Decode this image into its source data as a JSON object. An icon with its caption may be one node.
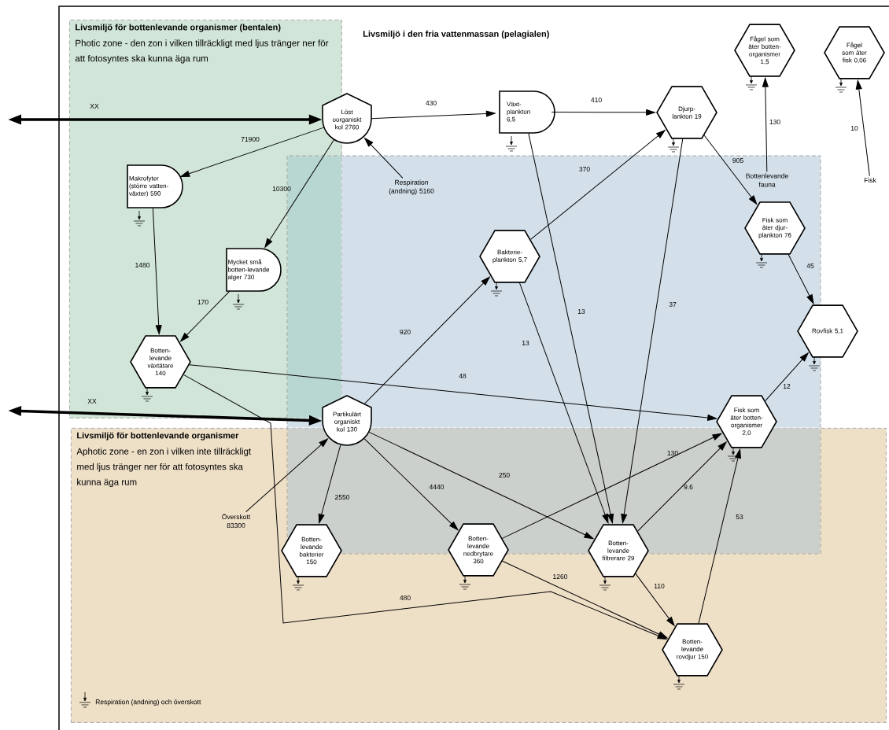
{
  "diagram": {
    "nodes": [
      {
        "text": [
          "Livsmiljö för bottenlevande organismer (bentalen)",
          "Photic zone - den zon i vilken tillräckligt med ljus tränger ner för att fotosyntes ska kunna äga rum"
        ]
      },
      {
        "text": [
          "Livsmiljö för bottenlevande organismer",
          "Aphotic zone - en zon i vilken inte tillräckligt med ljus tränger ner för att fotosyntes ska kunna äga rum"
        ]
      },
      {
        "text": [
          "Löst oorganiskt kol 2760"
        ]
      },
      {
        "text": [
          "Växt-plankton 6,5"
        ]
      },
      {
        "text": [
          "Djurp-lankton 19"
        ]
      },
      {
        "text": [
          "Fågel som äter botten-organismer 1,5"
        ]
      },
      {
        "text": [
          "Fågel som äter fisk 0,06"
        ]
      },
      {
        "text": [
          "Makrofyter (större vatten-växter) 590"
        ],
        "in": 0
      },
      {
        "text": [
          "Mycket små botten-levande alger 730"
        ],
        "in": 0
      },
      {
        "text": [
          "Bakterie-plankton 5,7"
        ]
      },
      {
        "text": [
          "Fisk som äter djur-plankton 76"
        ]
      },
      {
        "text": [
          "Rovfisk 5,1"
        ]
      },
      {
        "text": [
          "Botten-levande växtätare 140"
        ],
        "in": 0
      },
      {
        "text": [
          "Partikulärt organiskt kol 130"
        ]
      },
      {
        "text": [
          "Fisk som äter botten-organismer 2,0"
        ]
      },
      {
        "text": [
          "Botten-levande bakterier 150"
        ],
        "in": 1
      },
      {
        "text": [
          "Botten-levande nedbrytare 360"
        ],
        "in": 1
      },
      {
        "text": [
          "Botten-levande filtrerare 29"
        ],
        "in": 1
      },
      {
        "text": [
          "Botten-levande rovdjur 150"
        ],
        "in": 1
      },
      {
        "text": [
          "Respiration (andning) 5160"
        ]
      },
      {
        "text": [
          "Bottenlevande fauna"
        ]
      },
      {
        "text": [
          "Fisk"
        ]
      },
      {
        "text": [
          "Överskott 83300"
        ],
        "in": 1
      }
    ],
    "edges": [
      {
        "from": null,
        "to": 2,
        "arrow": "both",
        "style": "thick",
        "label": "XX"
      },
      {
        "from": null,
        "to": 13,
        "arrow": "both",
        "style": "thick",
        "label": "XX"
      },
      {
        "from": 2,
        "to": 3,
        "arrow": "to",
        "label": "430"
      },
      {
        "from": 3,
        "to": 4,
        "arrow": "to",
        "label": "410"
      },
      {
        "from": 2,
        "to": 7,
        "arrow": "to",
        "label": "71900"
      },
      {
        "from": 2,
        "to": 8,
        "arrow": "to",
        "label": "10300"
      },
      {
        "from": 19,
        "to": 2,
        "arrow": "to"
      },
      {
        "from": 7,
        "to": 12,
        "arrow": "to",
        "label": "1480"
      },
      {
        "from": 8,
        "to": 12,
        "arrow": "to",
        "label": "170"
      },
      {
        "from": 9,
        "to": 4,
        "arrow": "to",
        "label": "370"
      },
      {
        "from": 4,
        "to": 10,
        "arrow": "to",
        "label": "905"
      },
      {
        "from": 10,
        "to": 11,
        "arrow": "to",
        "label": "45"
      },
      {
        "from": 20,
        "to": 5,
        "arrow": "to",
        "label": "130"
      },
      {
        "from": 21,
        "to": 6,
        "arrow": "to",
        "label": "10"
      },
      {
        "from": 3,
        "to": 17,
        "arrow": "to",
        "label": "13"
      },
      {
        "from": 9,
        "to": 17,
        "arrow": "to",
        "label": "13"
      },
      {
        "from": 4,
        "to": 17,
        "arrow": "to",
        "label": "37"
      },
      {
        "from": 13,
        "to": 9,
        "arrow": "to",
        "label": "920"
      },
      {
        "from": 12,
        "to": 14,
        "arrow": "to",
        "label": "48"
      },
      {
        "from": 12,
        "to": 18,
        "arrow": "to",
        "label": "480"
      },
      {
        "from": 22,
        "to": 13,
        "arrow": "to"
      },
      {
        "from": 13,
        "to": 15,
        "arrow": "to",
        "label": "2550"
      },
      {
        "from": 13,
        "to": 16,
        "arrow": "to",
        "label": "4440"
      },
      {
        "from": 13,
        "to": 17,
        "arrow": "to",
        "label": "250"
      },
      {
        "from": 16,
        "to": 14,
        "arrow": "to",
        "label": "130"
      },
      {
        "from": 17,
        "to": 14,
        "arrow": "to",
        "label": "9.6"
      },
      {
        "from": 14,
        "to": 11,
        "arrow": "to",
        "label": "12"
      },
      {
        "from": 16,
        "to": 18,
        "arrow": "to",
        "label": "1260"
      },
      {
        "from": 17,
        "to": 18,
        "arrow": "to",
        "label": "110"
      },
      {
        "from": 18,
        "to": 14,
        "arrow": "to",
        "label": "53"
      }
    ],
    "labels": [
      "Livsmiljö i den fria vattenmassan (pelagialen)"
    ],
    "legend": [
      {
        "text": "Respiration (andning) och överskott"
      }
    ]
  }
}
